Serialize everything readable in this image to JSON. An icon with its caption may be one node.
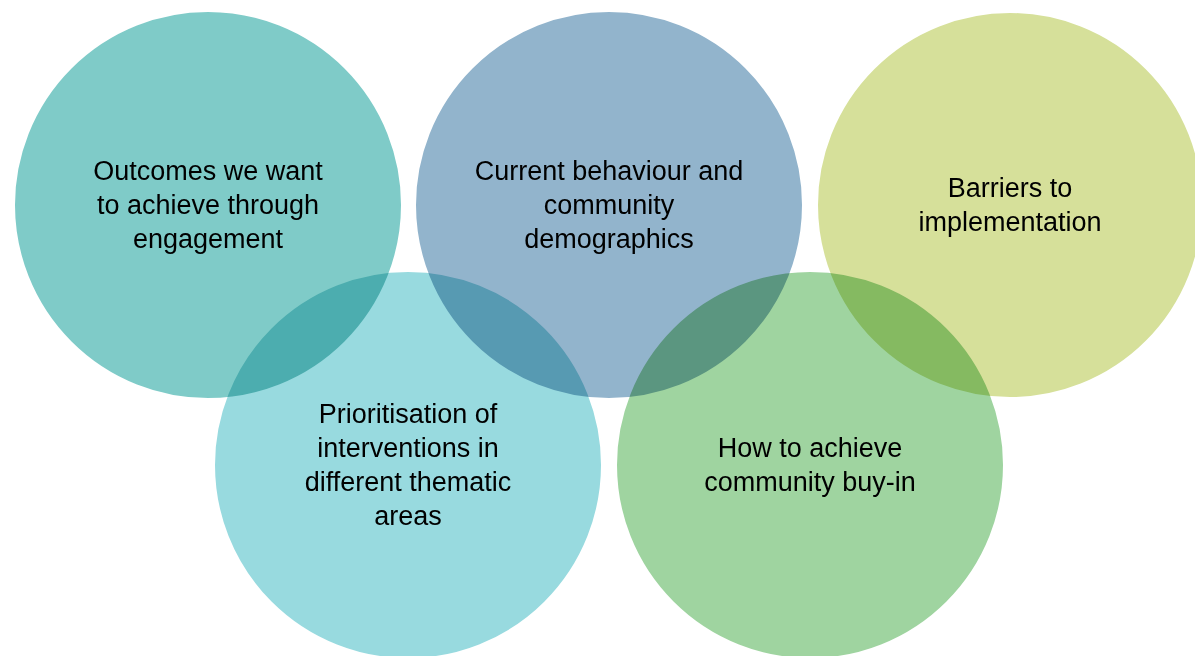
{
  "diagram": {
    "nodes": [
      {
        "text": [
          "Outcomes we want to achieve through engagement"
        ]
      },
      {
        "text": [
          "Current behaviour and community demographics"
        ]
      },
      {
        "text": [
          "Barriers to implementation"
        ]
      },
      {
        "text": [
          "Prioritisation of interventions in different thematic areas"
        ]
      },
      {
        "text": [
          "How to achieve community buy-in"
        ]
      }
    ]
  }
}
